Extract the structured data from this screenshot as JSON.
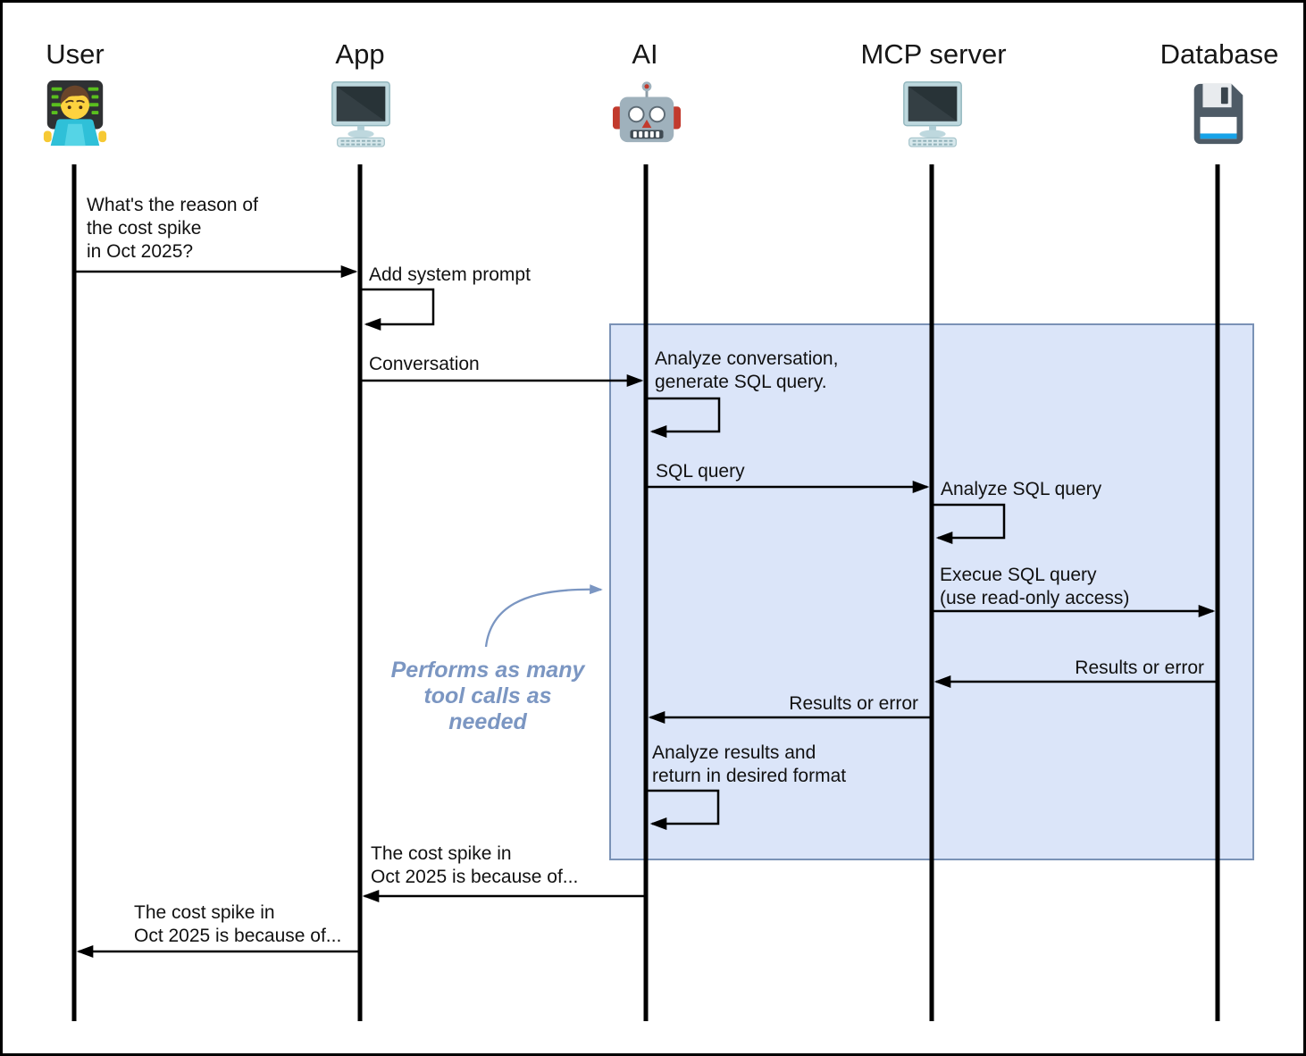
{
  "diagram": {
    "actors": [
      {
        "name": "User",
        "icon": "technologist-icon"
      },
      {
        "name": "App",
        "icon": "desktop-computer-icon"
      },
      {
        "name": "AI",
        "icon": "robot-icon"
      },
      {
        "name": "MCP server",
        "icon": "desktop-computer-icon"
      },
      {
        "name": "Database",
        "icon": "floppy-disk-icon"
      }
    ],
    "messages": [
      {
        "from": "User",
        "to": "App",
        "lines": [
          "What's the reason of",
          "the cost spike",
          "in Oct 2025?"
        ]
      },
      {
        "type": "self",
        "actor": "App",
        "lines": [
          "Add system prompt"
        ]
      },
      {
        "from": "App",
        "to": "AI",
        "lines": [
          "Conversation"
        ]
      },
      {
        "type": "self",
        "actor": "AI",
        "lines": [
          "Analyze conversation,",
          "generate SQL query."
        ]
      },
      {
        "from": "AI",
        "to": "MCP server",
        "lines": [
          "SQL query"
        ]
      },
      {
        "type": "self",
        "actor": "MCP server",
        "lines": [
          "Analyze SQL query"
        ]
      },
      {
        "from": "MCP server",
        "to": "Database",
        "lines": [
          "Execue SQL query",
          "(use read-only access)"
        ]
      },
      {
        "from": "Database",
        "to": "MCP server",
        "lines": [
          "Results or error"
        ]
      },
      {
        "from": "MCP server",
        "to": "AI",
        "lines": [
          "Results or error"
        ]
      },
      {
        "type": "self",
        "actor": "AI",
        "lines": [
          "Analyze results and",
          "return in desired format"
        ]
      },
      {
        "from": "AI",
        "to": "App",
        "lines": [
          "The cost spike in",
          "Oct 2025 is because of..."
        ]
      },
      {
        "from": "App",
        "to": "User",
        "lines": [
          "The cost spike in",
          "Oct 2025 is because of..."
        ]
      }
    ],
    "annotation": {
      "lines": [
        "Performs as many",
        "tool calls as",
        "needed"
      ]
    },
    "colors": {
      "highlight_fill": "#dbe5f9",
      "highlight_border": "#7a92b6",
      "annotation": "#7b96c2",
      "line": "#000000"
    }
  }
}
